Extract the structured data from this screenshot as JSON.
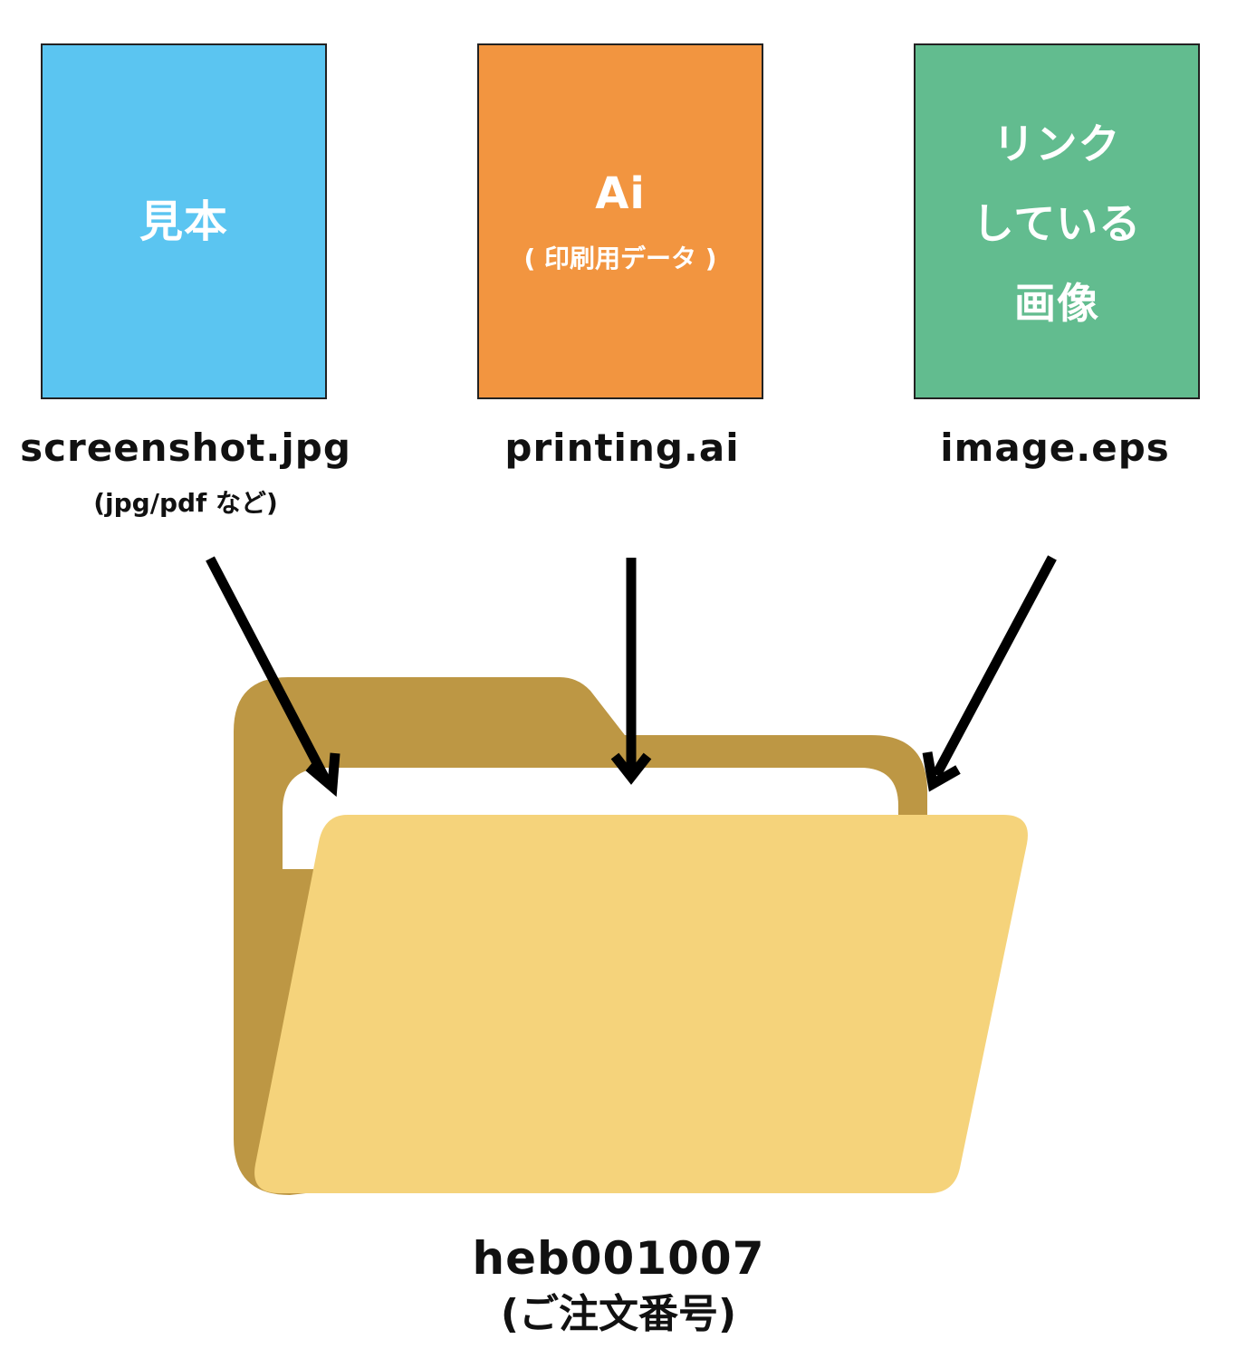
{
  "cards": [
    {
      "title": "見本",
      "color": "#5bc5f1"
    },
    {
      "title": "Ai",
      "subtitle": "( 印刷用データ )",
      "color": "#f29540"
    },
    {
      "lines": [
        "リンク",
        "している",
        "画像"
      ],
      "color": "#62bc8f"
    }
  ],
  "files": [
    {
      "name": "screenshot.jpg",
      "note": "(jpg/pdf など)"
    },
    {
      "name": "printing.ai"
    },
    {
      "name": "image.eps"
    }
  ],
  "folder": {
    "name": "heb001007",
    "note": "(ご注文番号)",
    "back_color": "#bd9744",
    "front_color": "#f5d37b"
  },
  "arrow_color": "#000000"
}
